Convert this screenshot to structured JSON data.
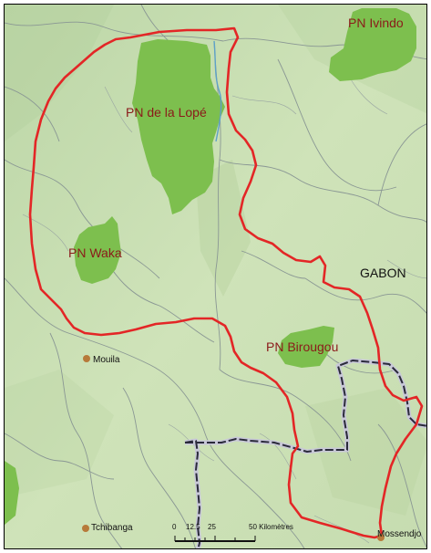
{
  "map": {
    "country_label": "GABON",
    "parks": [
      {
        "name": "PN Ivindo"
      },
      {
        "name": "PN de la Lopé"
      },
      {
        "name": "PN Waka"
      },
      {
        "name": "PN Birougou"
      }
    ],
    "towns": [
      {
        "name": "Mouila"
      },
      {
        "name": "Tchibanga"
      },
      {
        "name": "Mossendjo"
      }
    ],
    "scale_bar": {
      "ticks": [
        "0",
        "12.5",
        "25",
        "50 Kilomètres"
      ]
    },
    "colors": {
      "background": "#c9dfb4",
      "park_fill": "#7dbf4e",
      "study_area_outline": "#e32626",
      "border_line": "#2a2a3a",
      "river": "#7a8a88",
      "town_dot": "#b77a3a"
    }
  }
}
